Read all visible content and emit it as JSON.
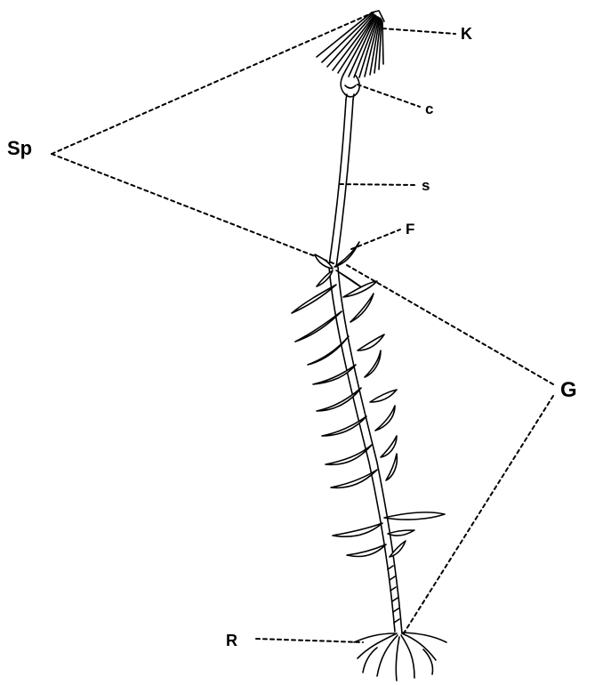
{
  "labels": {
    "K": "K",
    "C": "c",
    "S": "s",
    "F": "F",
    "Sp": "Sp",
    "G": "G",
    "R": "R"
  }
}
